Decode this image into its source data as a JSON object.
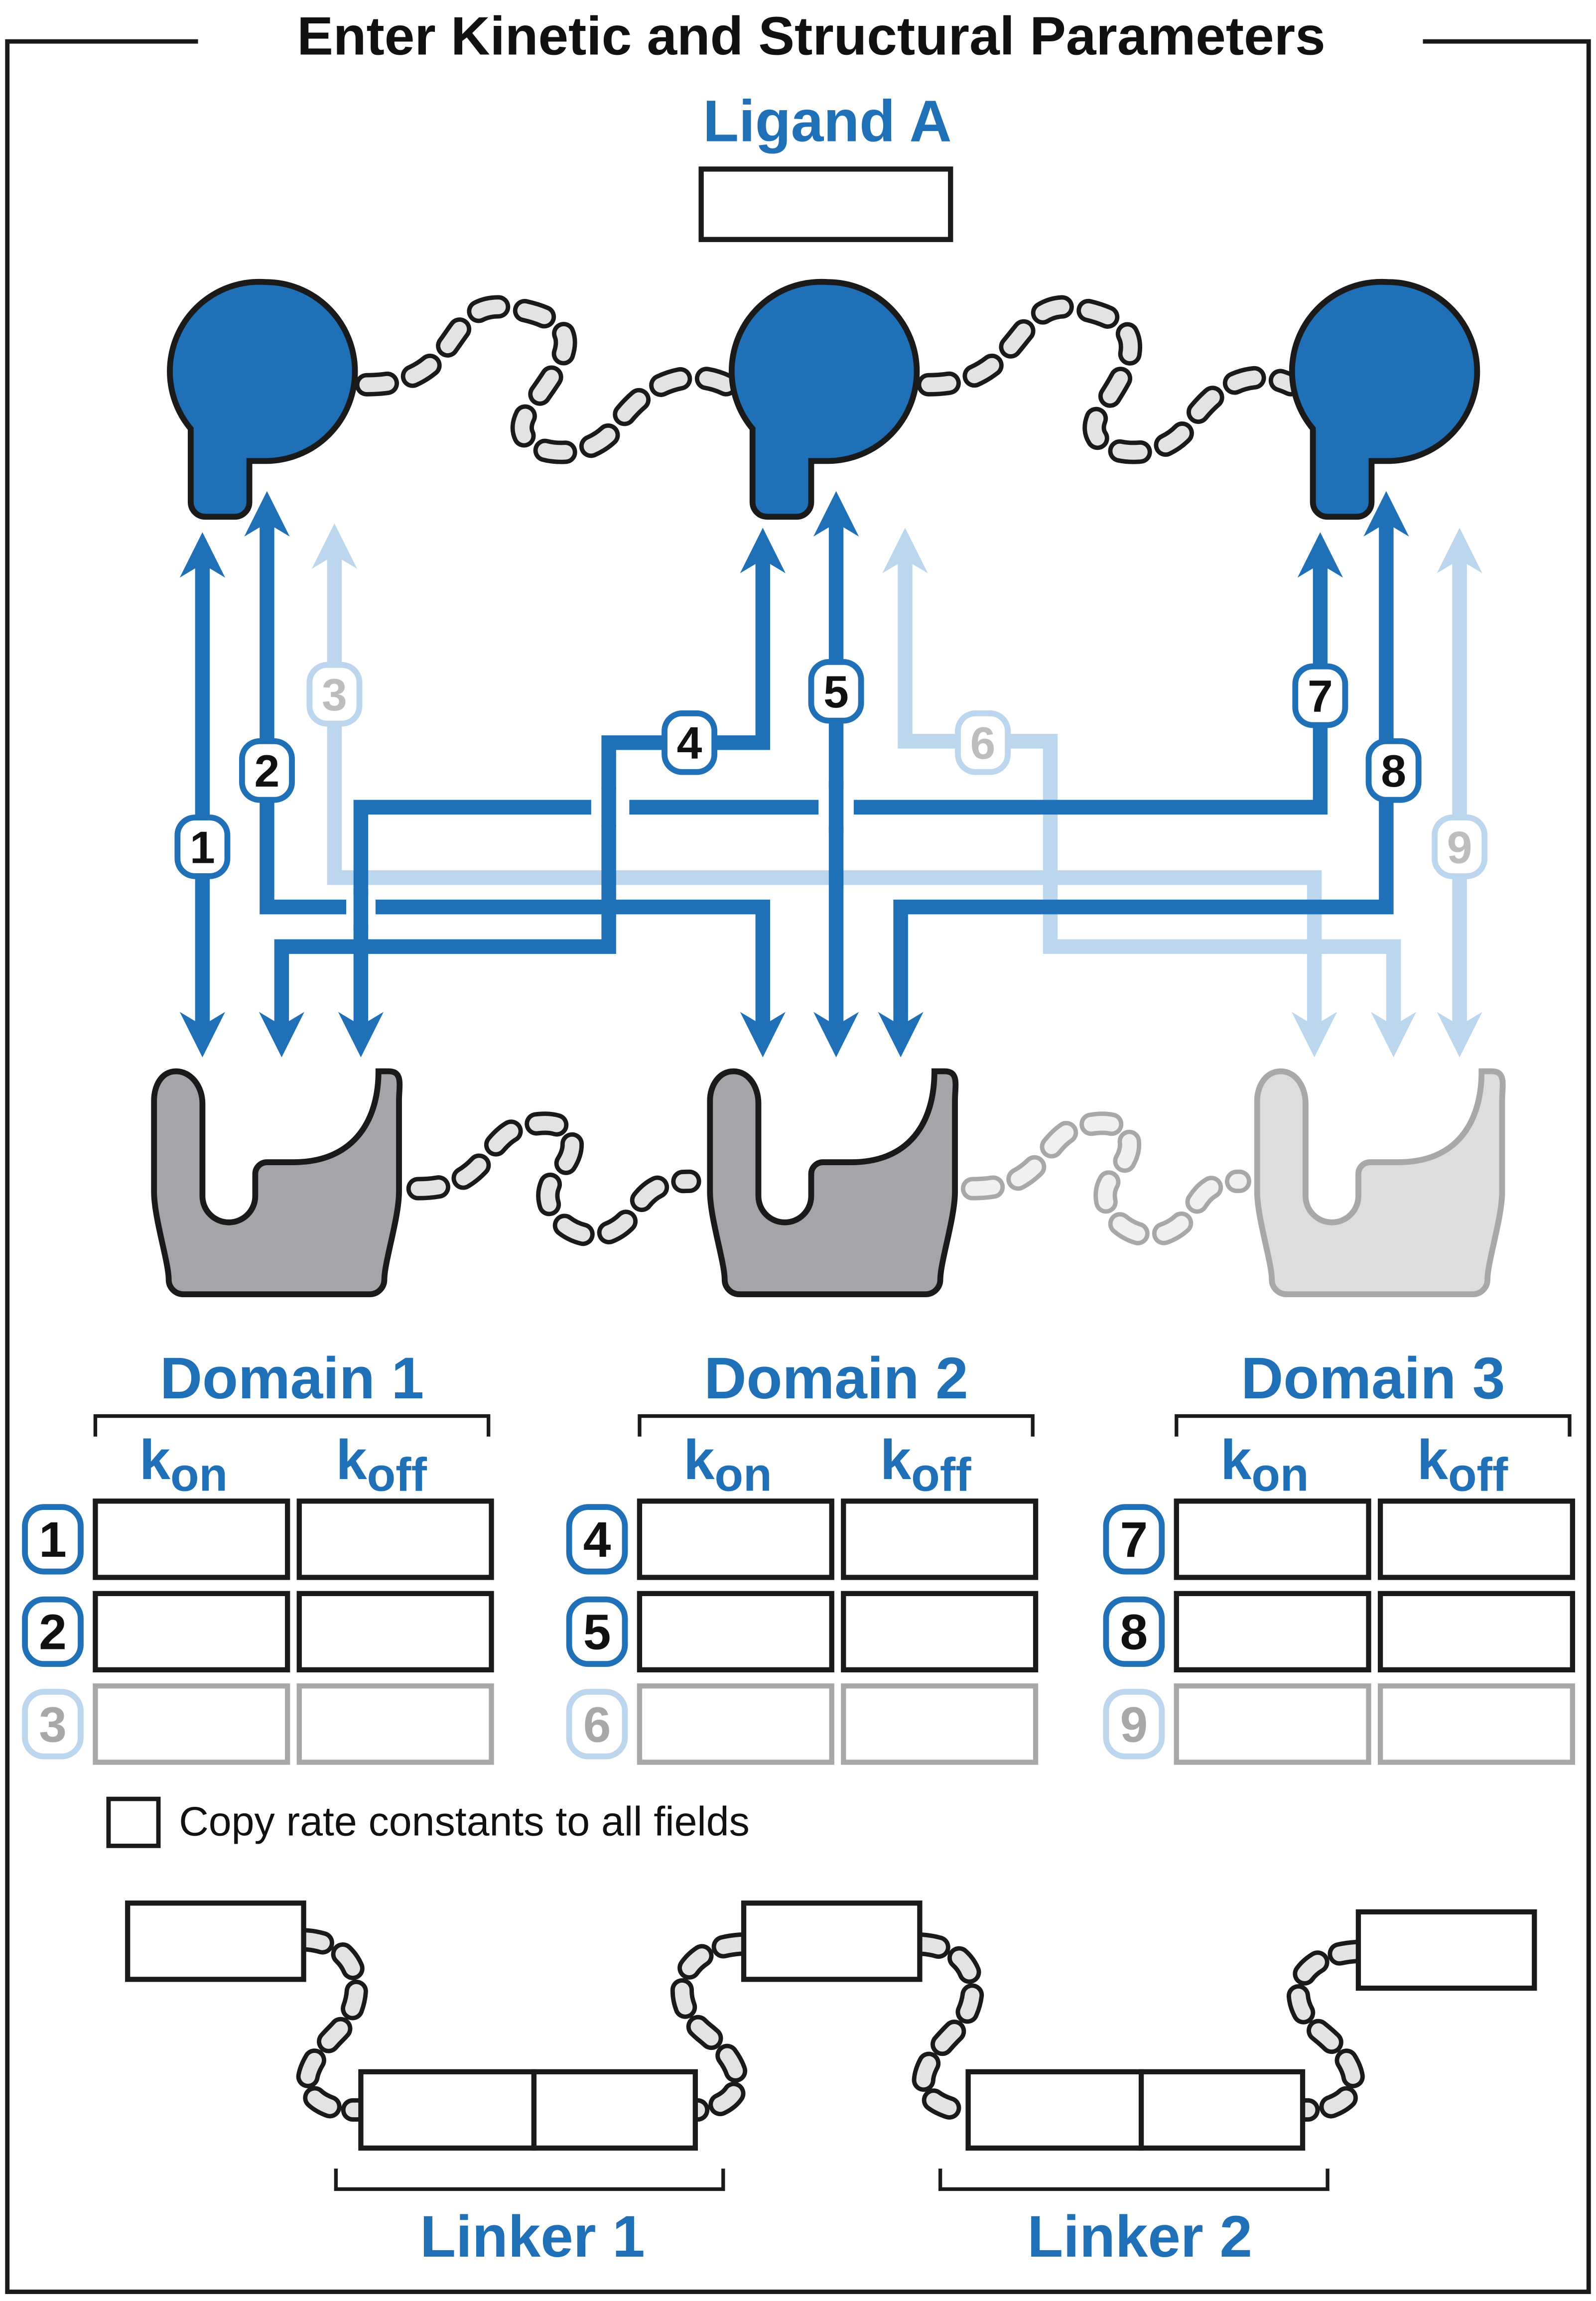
{
  "title": "Enter Kinetic and Structural Parameters",
  "ligand": {
    "label": "Ligand A",
    "value": ""
  },
  "colors": {
    "accent_blue": "#2070b8",
    "light_blue": "#bcd6ee",
    "domain_dark": "#a3a5a8",
    "domain_light": "#dcdddd",
    "linker_bead": "#e3e3e3",
    "disabled_gray": "#a8a8a8",
    "outline": "#1a1a1a"
  },
  "binding_paths": [
    {
      "num": "1",
      "active": true
    },
    {
      "num": "2",
      "active": true
    },
    {
      "num": "3",
      "active": false
    },
    {
      "num": "4",
      "active": true
    },
    {
      "num": "5",
      "active": true
    },
    {
      "num": "6",
      "active": false
    },
    {
      "num": "7",
      "active": true
    },
    {
      "num": "8",
      "active": true
    },
    {
      "num": "9",
      "active": false
    }
  ],
  "kon_label": {
    "base": "k",
    "sub": "on"
  },
  "koff_label": {
    "base": "k",
    "sub": "off"
  },
  "domains": [
    {
      "name": "Domain 1",
      "rows": [
        {
          "num": "1",
          "kon": "",
          "koff": "",
          "active": true
        },
        {
          "num": "2",
          "kon": "",
          "koff": "",
          "active": true
        },
        {
          "num": "3",
          "kon": "",
          "koff": "",
          "active": false
        }
      ]
    },
    {
      "name": "Domain 2",
      "rows": [
        {
          "num": "4",
          "kon": "",
          "koff": "",
          "active": true
        },
        {
          "num": "5",
          "kon": "",
          "koff": "",
          "active": true
        },
        {
          "num": "6",
          "kon": "",
          "koff": "",
          "active": false
        }
      ]
    },
    {
      "name": "Domain 3",
      "rows": [
        {
          "num": "7",
          "kon": "",
          "koff": "",
          "active": true
        },
        {
          "num": "8",
          "kon": "",
          "koff": "",
          "active": true
        },
        {
          "num": "9",
          "kon": "",
          "koff": "",
          "active": false
        }
      ]
    }
  ],
  "copy_checkbox": {
    "label": "Copy rate constants to all fields",
    "checked": false
  },
  "linkers": [
    {
      "name": "Linker 1",
      "value_a": "",
      "value_b": ""
    },
    {
      "name": "Linker 2",
      "value_a": "",
      "value_b": ""
    }
  ],
  "linker_end_fields": [
    "",
    "",
    ""
  ]
}
